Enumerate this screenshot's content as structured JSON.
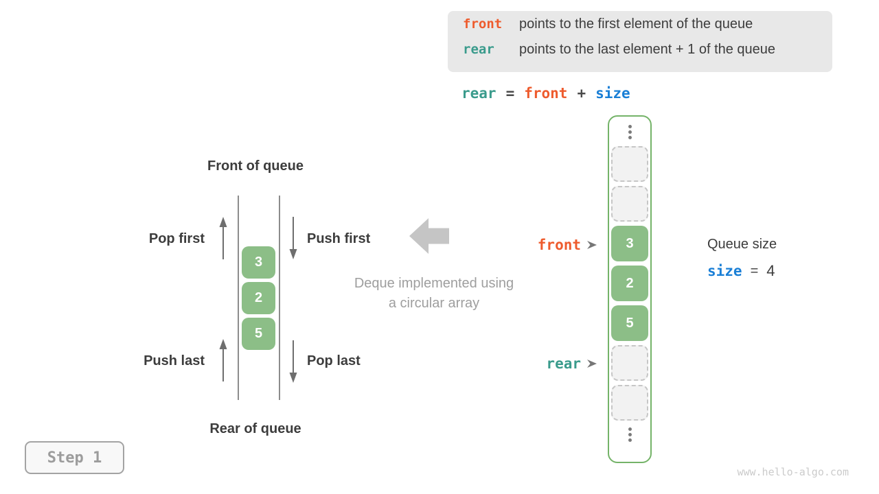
{
  "colors": {
    "accent_orange": "#EE5B2D",
    "accent_teal": "#3A9B8C",
    "accent_blue": "#1A7FD6",
    "cell_green": "#8CBE87",
    "array_border_green": "#74B368",
    "text_dark": "#3C3C3C",
    "text_gray": "#9E9E9E",
    "info_box_bg": "#E8E8E8"
  },
  "info_box": {
    "line1": {
      "keyword": "front",
      "text": "points to the first element of the queue"
    },
    "line2": {
      "keyword": "rear",
      "text": "points to the last element + 1 of the queue"
    }
  },
  "formula": {
    "lhs": "rear",
    "eq": "=",
    "op1": "front",
    "plus": "+",
    "op2": "size"
  },
  "left_diagram": {
    "front_label": "Front of queue",
    "rear_label": "Rear of queue",
    "pop_first_label": "Pop first",
    "push_first_label": "Push first",
    "push_last_label": "Push last",
    "pop_last_label": "Pop last",
    "stack_values": [
      "3",
      "2",
      "5"
    ]
  },
  "caption": {
    "line1": "Deque implemented using",
    "line2": "a circular array"
  },
  "array_diagram": {
    "front_pointer_label": "front",
    "rear_pointer_label": "rear",
    "cells": [
      {
        "value": "",
        "state": "empty"
      },
      {
        "value": "",
        "state": "empty"
      },
      {
        "value": "3",
        "state": "filled"
      },
      {
        "value": "2",
        "state": "filled"
      },
      {
        "value": "5",
        "state": "filled"
      },
      {
        "value": "",
        "state": "empty"
      },
      {
        "value": "",
        "state": "empty"
      }
    ]
  },
  "queue_size": {
    "label": "Queue size",
    "variable": "size",
    "eq": "=",
    "value": "4"
  },
  "step_badge": {
    "label": "Step 1"
  },
  "watermark": "www.hello-algo.com"
}
